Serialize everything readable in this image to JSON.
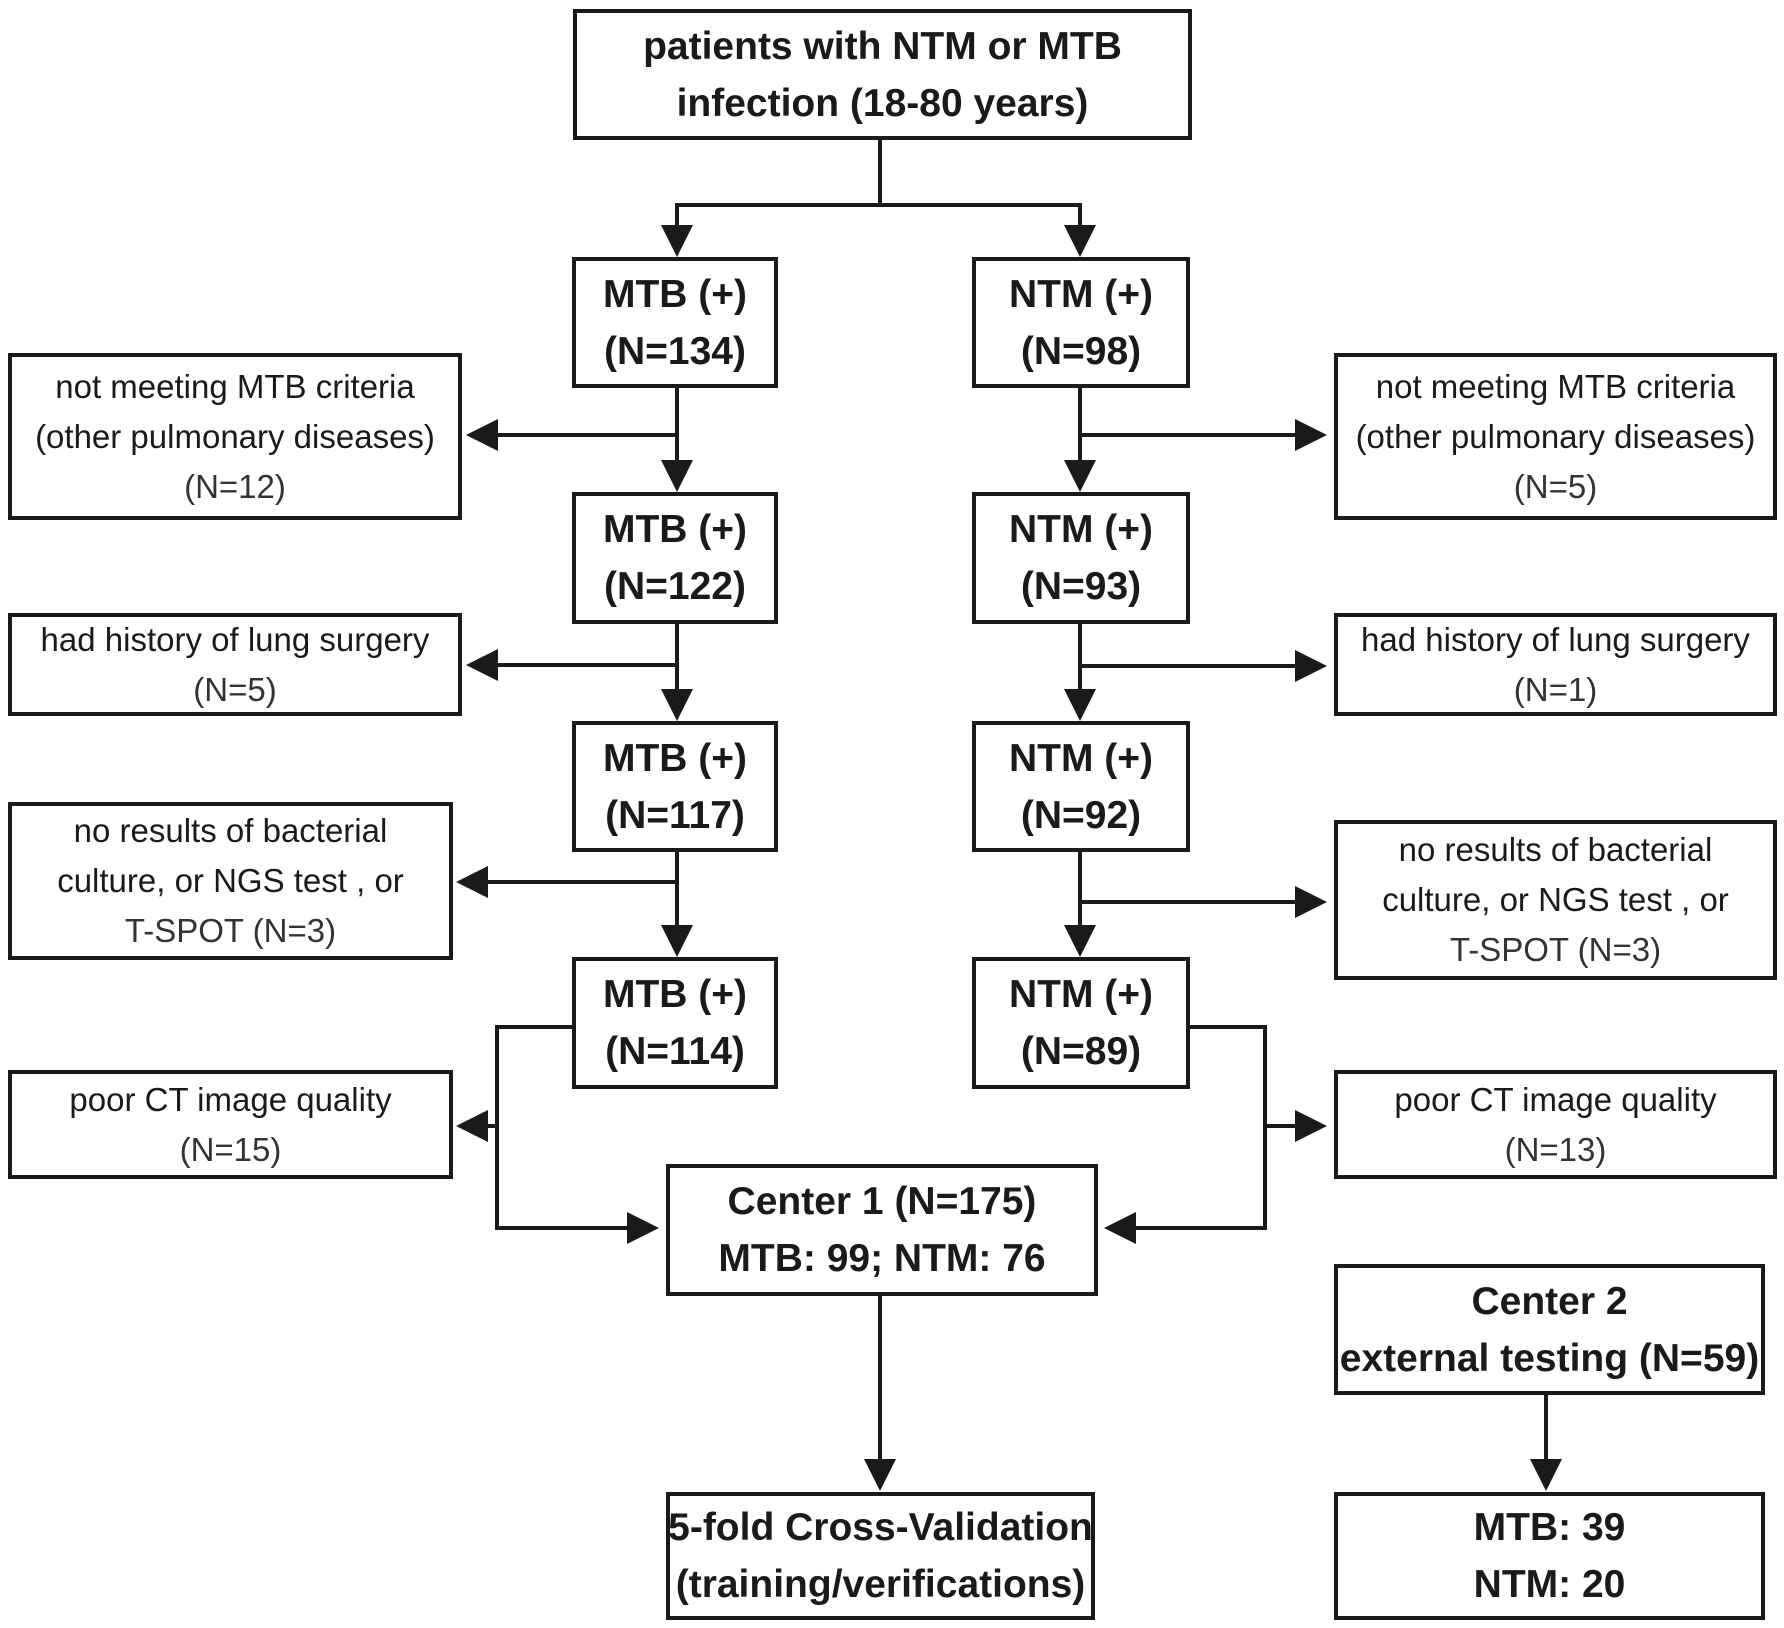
{
  "top": {
    "line1": "patients with NTM or MTB",
    "line2": "infection (18-80 years)"
  },
  "mtb": [
    {
      "line1": "MTB (+)",
      "line2": "(N=134)"
    },
    {
      "line1": "MTB (+)",
      "line2": "(N=122)"
    },
    {
      "line1": "MTB (+)",
      "line2": "(N=117)"
    },
    {
      "line1": "MTB (+)",
      "line2": "(N=114)"
    }
  ],
  "ntm": [
    {
      "line1": "NTM (+)",
      "line2": "(N=98)"
    },
    {
      "line1": "NTM (+)",
      "line2": "(N=93)"
    },
    {
      "line1": "NTM (+)",
      "line2": "(N=92)"
    },
    {
      "line1": "NTM (+)",
      "line2": "(N=89)"
    }
  ],
  "exclusions_left": [
    {
      "lines": [
        "not meeting MTB criteria",
        "(other pulmonary  diseases)",
        "(N=12)"
      ]
    },
    {
      "lines": [
        "had history of lung surgery",
        "(N=5)"
      ]
    },
    {
      "lines": [
        "no results of bacterial",
        "culture, or NGS test , or",
        "T-SPOT (N=3)"
      ]
    },
    {
      "lines": [
        "poor CT image quality",
        "(N=15)"
      ]
    }
  ],
  "exclusions_right": [
    {
      "lines": [
        "not meeting MTB criteria",
        "(other pulmonary diseases)",
        "(N=5)"
      ]
    },
    {
      "lines": [
        "had history of lung surgery",
        "(N=1)"
      ]
    },
    {
      "lines": [
        "no results of bacterial",
        "culture, or NGS test , or",
        "T-SPOT  (N=3)"
      ]
    },
    {
      "lines": [
        "poor CT image quality",
        "(N=13)"
      ]
    }
  ],
  "center1": {
    "line1": "Center 1 (N=175)",
    "line2": "MTB: 99; NTM: 76"
  },
  "crossval": {
    "line1": "5-fold Cross-Validation",
    "line2": "(training/verifications)"
  },
  "center2": {
    "line1": "Center 2",
    "line2": "external testing (N=59)"
  },
  "center2_result": {
    "line1": "MTB: 39",
    "line2": "NTM: 20"
  }
}
